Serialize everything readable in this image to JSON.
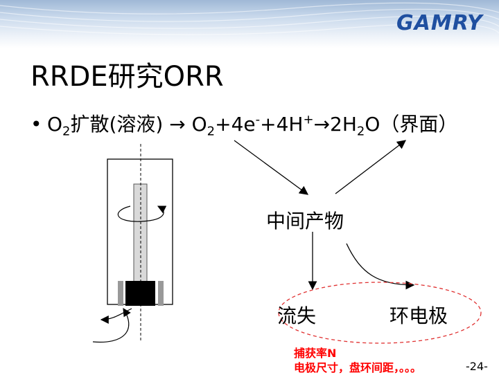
{
  "logo": {
    "text": "GAMRY"
  },
  "title": "RRDE研究ORR",
  "bullet": {
    "o2": "O",
    "sub1": "2",
    "diffusion": "扩散(溶液) → O",
    "sub2": "2",
    "plus4e": "+4e",
    "sup_minus": "-",
    "plus4h": "+4H",
    "sup_plus": "+",
    "arrow_2h": "→2H",
    "sub3": "2",
    "o_interface": "O（界面）"
  },
  "labels": {
    "intermediate": "中间产物",
    "loss": "流失",
    "ring": "环电极"
  },
  "notes": {
    "line1": "捕获率N",
    "line2": "电极尺寸，盘环间距，。。。"
  },
  "page_number": "-24-"
}
